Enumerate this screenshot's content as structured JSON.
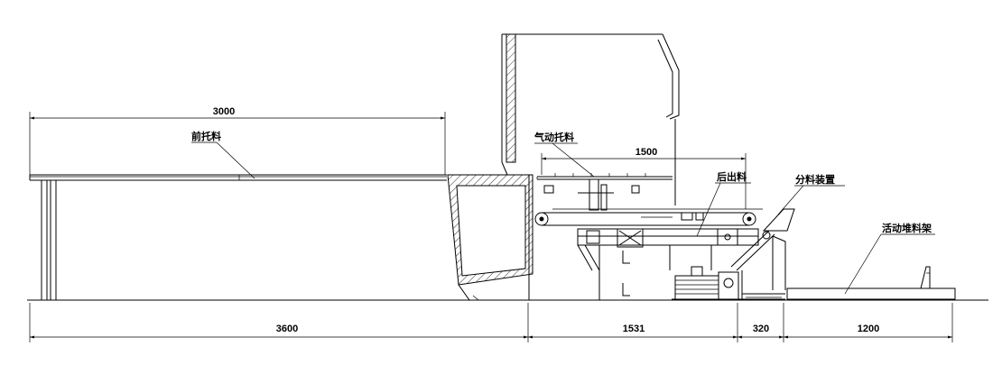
{
  "labels": {
    "front_support": "前托料",
    "pneumatic_support": "气动托料",
    "rear_output": "后出料",
    "sorting_device": "分料装置",
    "movable_stacking_rack": "活动堆料架"
  },
  "dimensions": {
    "front_support_length": "3000",
    "pneumatic_support_length": "1500",
    "front_section": "3600",
    "middle_section": "1531",
    "gap_section": "320",
    "rack_section": "1200"
  }
}
